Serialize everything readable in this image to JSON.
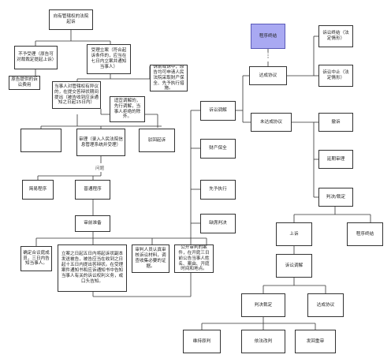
{
  "nodes": {
    "n_top": "向有管辖权的法院起诉",
    "n_not_accept": "不予受理（原告可对裁裁定提起上诉）",
    "n_accept": "受理立案（符合起诉条件的，应当在七日内立案并通知当事人）",
    "n_appeal_right": "原告提供的诉讼费用",
    "n_objection": "当事人对管辖权有异议的，在提交答辩状期间提出（被告收到应诉通知之日起15日内）",
    "n_preserve": "诉前或诉中，原告均可申请人民法院采取财产保全、先予执行措施。",
    "n_mediate_pre": "适宜调解的，先行调解，当事人拒绝的除外。",
    "n_review": "审理（录入人民法院信息管理系统并受理）",
    "n_reject": "驳回起诉",
    "n_fork_label": "问题",
    "n_simple": "简易程序",
    "n_ordinary": "普通程序",
    "n_prep": "审前准备",
    "n_prep1": "确定合议庭成员，三日内告知当事人。",
    "n_prep2": "立案之日起五日内将起诉状副本发送被告，被告应当在收到之日起十五日内提出答辩状。在受理案件通知书和应诉通知书中告知当事人有关的诉讼权利义务，或口头告知。",
    "n_prep3": "审判人员认真审核诉讼材料，调查收集必要的证据。",
    "n_prep4": "公开审判的案件，在开庭三日前公告当事人姓名、案由、开庭时间和地点。",
    "n_r_mediate": "诉讼调解",
    "n_r_preserve": "财产保全",
    "n_r_advance": "先予执行",
    "n_r_absent": "缺席判决",
    "n_terminate": "程序终结",
    "n_agree": "达成协议",
    "n_disagree": "未达成协议",
    "n_end1": "诉讼终结（法定情形）",
    "n_end2": "诉讼中止（法定情形）",
    "n_withdraw": "撤诉",
    "n_delay": "延期审理",
    "n_judge": "判决/裁定",
    "n_appeal": "上诉",
    "n_term2": "程序终结",
    "n_mediate2": "诉讼调解",
    "n_verdict": "判决裁定",
    "n_agree2": "达成协议",
    "n_keep": "维持原判",
    "n_modify": "依法改判",
    "n_remand": "发回重审"
  },
  "colors": {
    "highlight": "#a9a9f2",
    "stroke": "#333333"
  }
}
